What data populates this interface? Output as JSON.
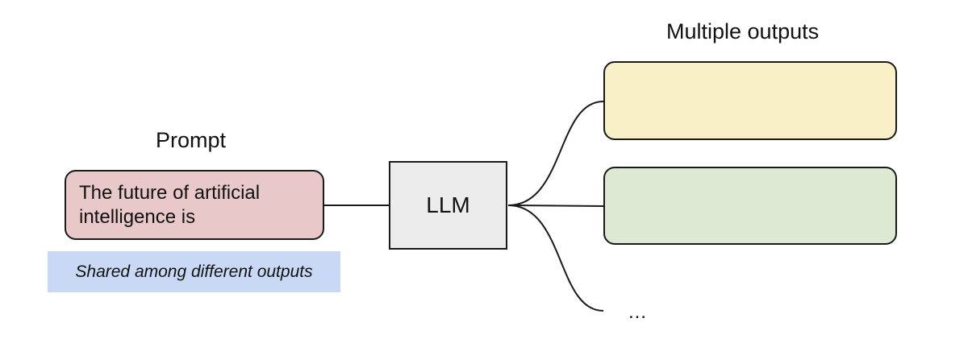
{
  "diagram": {
    "prompt_label": "Prompt",
    "outputs_label": "Multiple outputs",
    "prompt_text": "The future of artificial intelligence is",
    "model_label": "LLM",
    "shared_note": "Shared among different outputs",
    "ellipsis": "…",
    "colors": {
      "prompt_box": "#e8c8c8",
      "model_box": "#ececec",
      "output_1": "#faf0c8",
      "output_2": "#dee9d4",
      "shared_note": "#c9d8f5"
    }
  }
}
